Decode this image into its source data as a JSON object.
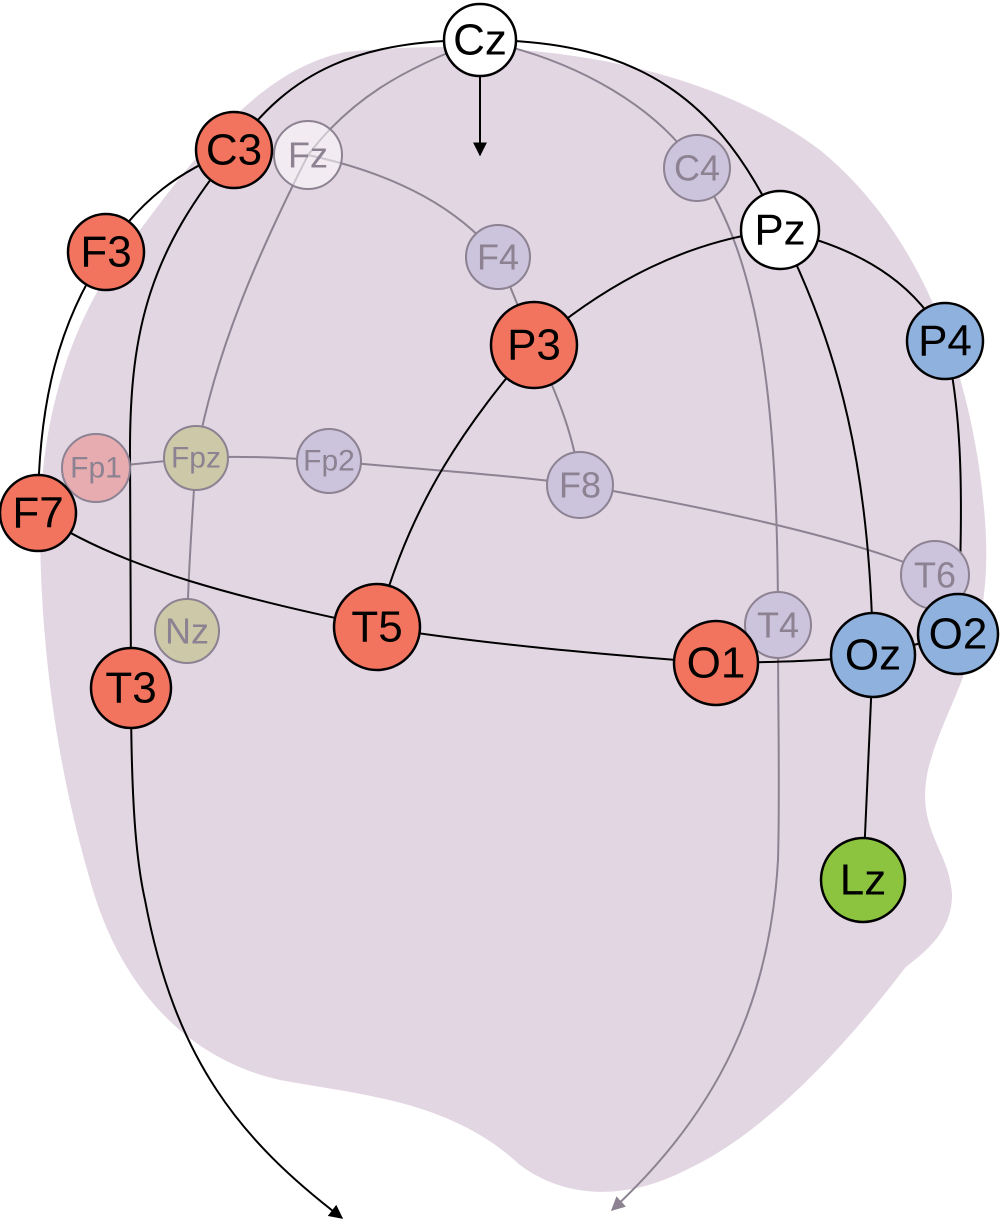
{
  "colors": {
    "head_fill": "#e2d6e3",
    "front_line": "#000000",
    "back_line": "#8c8292",
    "red": "#f2745e",
    "blue": "#8fb1de",
    "green": "#8cc43f",
    "white": "#ffffff",
    "back_red": "#e6acb0",
    "back_lilac": "#ccc3dc",
    "back_olive": "#cdc8a8",
    "back_text": "#8c8292",
    "front_text": "#000000"
  },
  "electrodes": {
    "front": [
      {
        "id": "Cz",
        "label": "Cz",
        "fill": "white"
      },
      {
        "id": "Pz",
        "label": "Pz",
        "fill": "white"
      },
      {
        "id": "C3",
        "label": "C3",
        "fill": "red"
      },
      {
        "id": "F3",
        "label": "F3",
        "fill": "red"
      },
      {
        "id": "F7",
        "label": "F7",
        "fill": "red"
      },
      {
        "id": "T3",
        "label": "T3",
        "fill": "red"
      },
      {
        "id": "P3",
        "label": "P3",
        "fill": "red"
      },
      {
        "id": "T5",
        "label": "T5",
        "fill": "red"
      },
      {
        "id": "O1",
        "label": "O1",
        "fill": "red"
      },
      {
        "id": "P4",
        "label": "P4",
        "fill": "blue"
      },
      {
        "id": "Oz",
        "label": "Oz",
        "fill": "blue"
      },
      {
        "id": "O2",
        "label": "O2",
        "fill": "blue"
      },
      {
        "id": "Lz",
        "label": "Lz",
        "fill": "green"
      }
    ],
    "back": [
      {
        "id": "Fz",
        "label": "Fz",
        "fill": "white"
      },
      {
        "id": "C4",
        "label": "C4",
        "fill": "back_lilac"
      },
      {
        "id": "F4",
        "label": "F4",
        "fill": "back_lilac"
      },
      {
        "id": "Fp1",
        "label": "Fp1",
        "fill": "back_red"
      },
      {
        "id": "Fpz",
        "label": "Fpz",
        "fill": "back_olive"
      },
      {
        "id": "Fp2",
        "label": "Fp2",
        "fill": "back_lilac"
      },
      {
        "id": "F8",
        "label": "F8",
        "fill": "back_lilac"
      },
      {
        "id": "T6",
        "label": "T6",
        "fill": "back_lilac"
      },
      {
        "id": "T4",
        "label": "T4",
        "fill": "back_lilac"
      },
      {
        "id": "Nz",
        "label": "Nz",
        "fill": "back_olive"
      }
    ]
  }
}
